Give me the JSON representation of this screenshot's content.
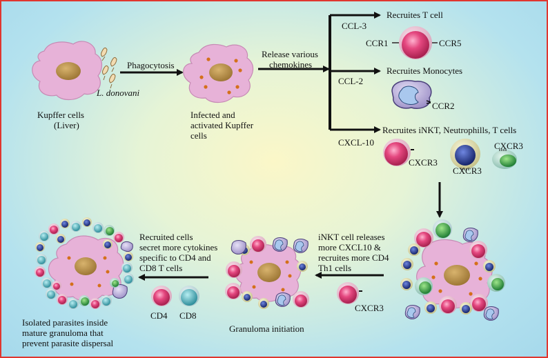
{
  "stage1": {
    "cell_label_line1": "Kupffer cells",
    "cell_label_line2": "(Liver)",
    "parasite_label": "L. donovani"
  },
  "arrow1_label": "Phagocytosis",
  "stage2": {
    "line1": "Infected and",
    "line2": "activated Kupffer",
    "line3": "cells"
  },
  "arrow2_label_line1": "Release various",
  "arrow2_label_line2": "chemokines",
  "branches": {
    "ccl3": {
      "chemokine": "CCL-3",
      "recruits": "Recruites T cell",
      "receptor_left": "CCR1",
      "receptor_right": "CCR5"
    },
    "ccl2": {
      "chemokine": "CCL-2",
      "recruits": "Recruites Monocytes",
      "receptor": "CCR2"
    },
    "cxcl10": {
      "chemokine": "CXCL-10",
      "recruits": "Recruites iNKT, Neutrophills, T cells",
      "receptors": [
        "CXCR3",
        "CXCR3",
        "CXCR3"
      ]
    }
  },
  "stage_inkt": {
    "line1": "iNKT cell releases",
    "line2": "more CXCL10 &",
    "line3": "recruites more CD4",
    "line4": "Th1 cells",
    "receptor": "CXCR3"
  },
  "stage_init": {
    "label": "Granuloma initiation"
  },
  "stage_recruit": {
    "line1": "Recruited cells",
    "line2": "secret more cytokines",
    "line3": "specific to CD4 and",
    "line4": "CD8 T cells",
    "cd4": "CD4",
    "cd8": "CD8"
  },
  "stage_final": {
    "line1": "Isolated parasites inside",
    "line2": "mature granuloma that",
    "line3": "prevent parasite dispersal"
  },
  "colors": {
    "border": "#e0362f",
    "cell_body": "#e7b2d8",
    "nucleus": "#c49a4e",
    "tcell": "#e4477f",
    "nkt": "#2b3f9a",
    "neutro": "#3aab4e",
    "cd8": "#4fb7c0",
    "monocyte": "#a9c8ee"
  }
}
